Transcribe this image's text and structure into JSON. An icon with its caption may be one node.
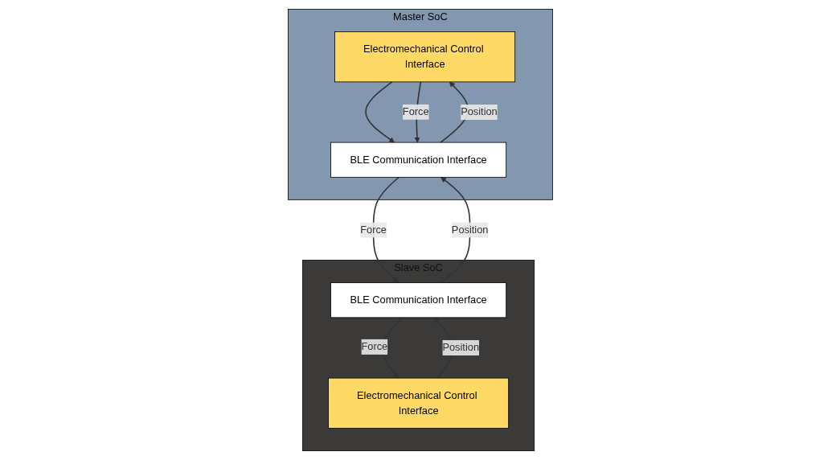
{
  "diagram": {
    "nodes": [
      {
        "text": [
          "Master SoC"
        ]
      },
      {
        "text": [
          "Electromechanical Control Interface"
        ],
        "in": 0
      },
      {
        "text": [
          "BLE Communication Interface"
        ],
        "in": 0
      },
      {
        "text": [
          "Slave SoC"
        ]
      },
      {
        "text": [
          "Electromechanical Control Interface"
        ],
        "in": 3
      },
      {
        "text": [
          "BLE Communication Interface"
        ],
        "in": 3
      }
    ],
    "edges": [
      {
        "from": 1,
        "to": 2,
        "arrow": "to"
      },
      {
        "from": 1,
        "to": 2,
        "arrow": "to",
        "label": "Force"
      },
      {
        "from": 2,
        "to": 1,
        "arrow": "to",
        "label": "Position"
      },
      {
        "from": 2,
        "to": 5,
        "arrow": "to",
        "label": "Force"
      },
      {
        "from": 5,
        "to": 2,
        "arrow": "to",
        "label": "Position"
      },
      {
        "from": 5,
        "to": 4,
        "arrow": "to",
        "label": "Force"
      },
      {
        "from": 4,
        "to": 5,
        "arrow": "to",
        "label": "Position"
      }
    ]
  }
}
